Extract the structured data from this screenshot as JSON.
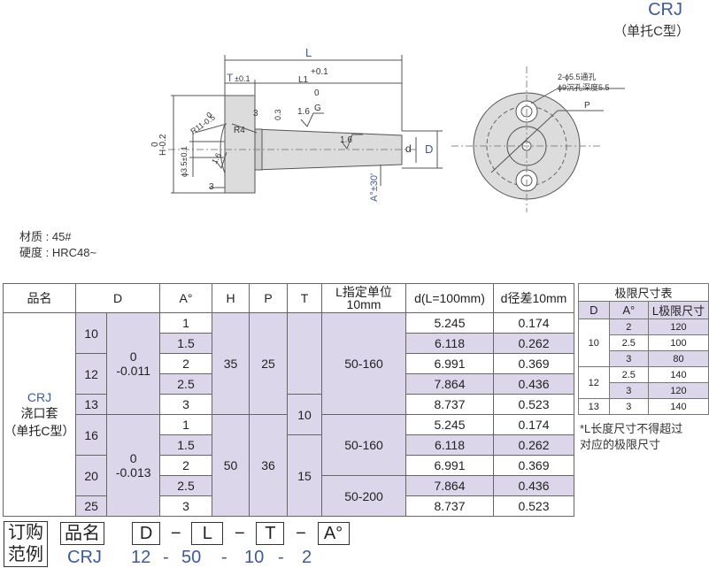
{
  "header": {
    "title": "CRJ",
    "subtitle": "（单托C型）"
  },
  "material": {
    "material": "材质 : 45#",
    "hardness": "硬度 : HRC48~"
  },
  "drawing": {
    "L": "L",
    "L1": "L1",
    "plus01": "+0.1",
    "zero1": "0",
    "T": "T",
    "t_tol": "±0.1",
    "d": "d",
    "D": "D",
    "zero_h": "0",
    "H": "H-0.2",
    "phi35": "ϕ3.5±0.1",
    "R11": "R11-0.5",
    "zero_r": "0",
    "R4": "R4",
    "three_a": "3",
    "three_b": "3",
    "zero3": "0.3",
    "g16": "1.6",
    "G": "G",
    "r16": "1.6",
    "l16": "1.6",
    "A": "A°±30′",
    "holes1": "2-ϕ5.5通孔",
    "holes2": "ϕ9沉孔深度5.5",
    "P": "P"
  },
  "spec_table": {
    "headers": [
      "品名",
      "D",
      "A°",
      "H",
      "P",
      "T",
      "L指定单位\n10mm",
      "d(L=100mm)",
      "d径差10mm"
    ],
    "header_h1": "L指定单位",
    "header_h2": "10mm",
    "product": {
      "code": "CRJ",
      "name": "浇口套",
      "type": "（单托C型）"
    },
    "group1": {
      "D_values": [
        "10",
        "12",
        "13"
      ],
      "tol_top": "0",
      "tol_bot": "-0.011",
      "H": "35",
      "P": "25",
      "T": "10",
      "L_range": "50-160"
    },
    "group2": {
      "D_values": [
        "16",
        "20",
        "25"
      ],
      "tol_top": "0",
      "tol_bot": "-0.013",
      "H": "50",
      "P": "36",
      "T": "15",
      "L_range_a": "50-160",
      "L_range_b": "50-200"
    },
    "rows": [
      {
        "A": "1",
        "d": "5.245",
        "dd": "0.174"
      },
      {
        "A": "1.5",
        "d": "6.118",
        "dd": "0.262"
      },
      {
        "A": "2",
        "d": "6.991",
        "dd": "0.369"
      },
      {
        "A": "2.5",
        "d": "7.864",
        "dd": "0.436"
      },
      {
        "A": "3",
        "d": "8.737",
        "dd": "0.523"
      },
      {
        "A": "1",
        "d": "5.245",
        "dd": "0.174"
      },
      {
        "A": "1.5",
        "d": "6.118",
        "dd": "0.262"
      },
      {
        "A": "2",
        "d": "6.991",
        "dd": "0.369"
      },
      {
        "A": "2.5",
        "d": "7.864",
        "dd": "0.436"
      },
      {
        "A": "3",
        "d": "8.737",
        "dd": "0.523"
      }
    ]
  },
  "limit_table": {
    "title": "极限尺寸表",
    "headers": [
      "D",
      "A°",
      "L极限尺寸"
    ],
    "rows": [
      {
        "D": "10",
        "A": "2",
        "L": "120"
      },
      {
        "D": "",
        "A": "2.5",
        "L": "100"
      },
      {
        "D": "",
        "A": "3",
        "L": "80"
      },
      {
        "D": "12",
        "A": "2.5",
        "L": "140"
      },
      {
        "D": "",
        "A": "3",
        "L": "120"
      },
      {
        "D": "13",
        "A": "3",
        "L": "140"
      }
    ],
    "note1": "*L长度尺寸不得超过",
    "note2": "对应的极限尺寸"
  },
  "order": {
    "label1": "订购",
    "label2": "范例",
    "fields": [
      "品名",
      "D",
      "L",
      "T",
      "A°"
    ],
    "dash": "−",
    "example": [
      "CRJ",
      "12",
      "-",
      "50",
      "-",
      "10",
      "-",
      "2"
    ]
  }
}
